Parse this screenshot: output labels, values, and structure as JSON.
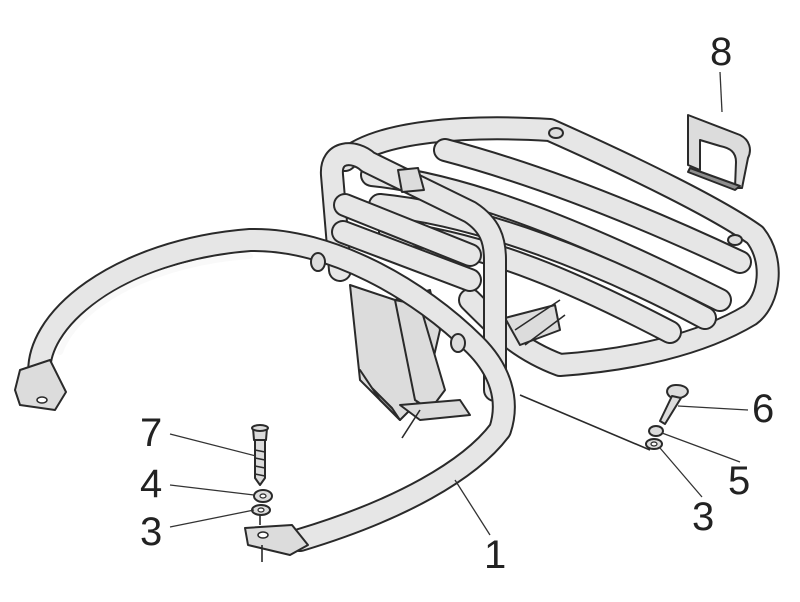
{
  "callouts": {
    "frame": "1",
    "washer_left": "3",
    "washer_right": "3",
    "lock_washer": "4",
    "lock_washer_right": "5",
    "screw_right": "6",
    "screw_left": "7",
    "rubber_pad": "8"
  },
  "colors": {
    "line": "#2a2a2a",
    "tube_fill": "#e6e6e6",
    "background": "#ffffff"
  }
}
